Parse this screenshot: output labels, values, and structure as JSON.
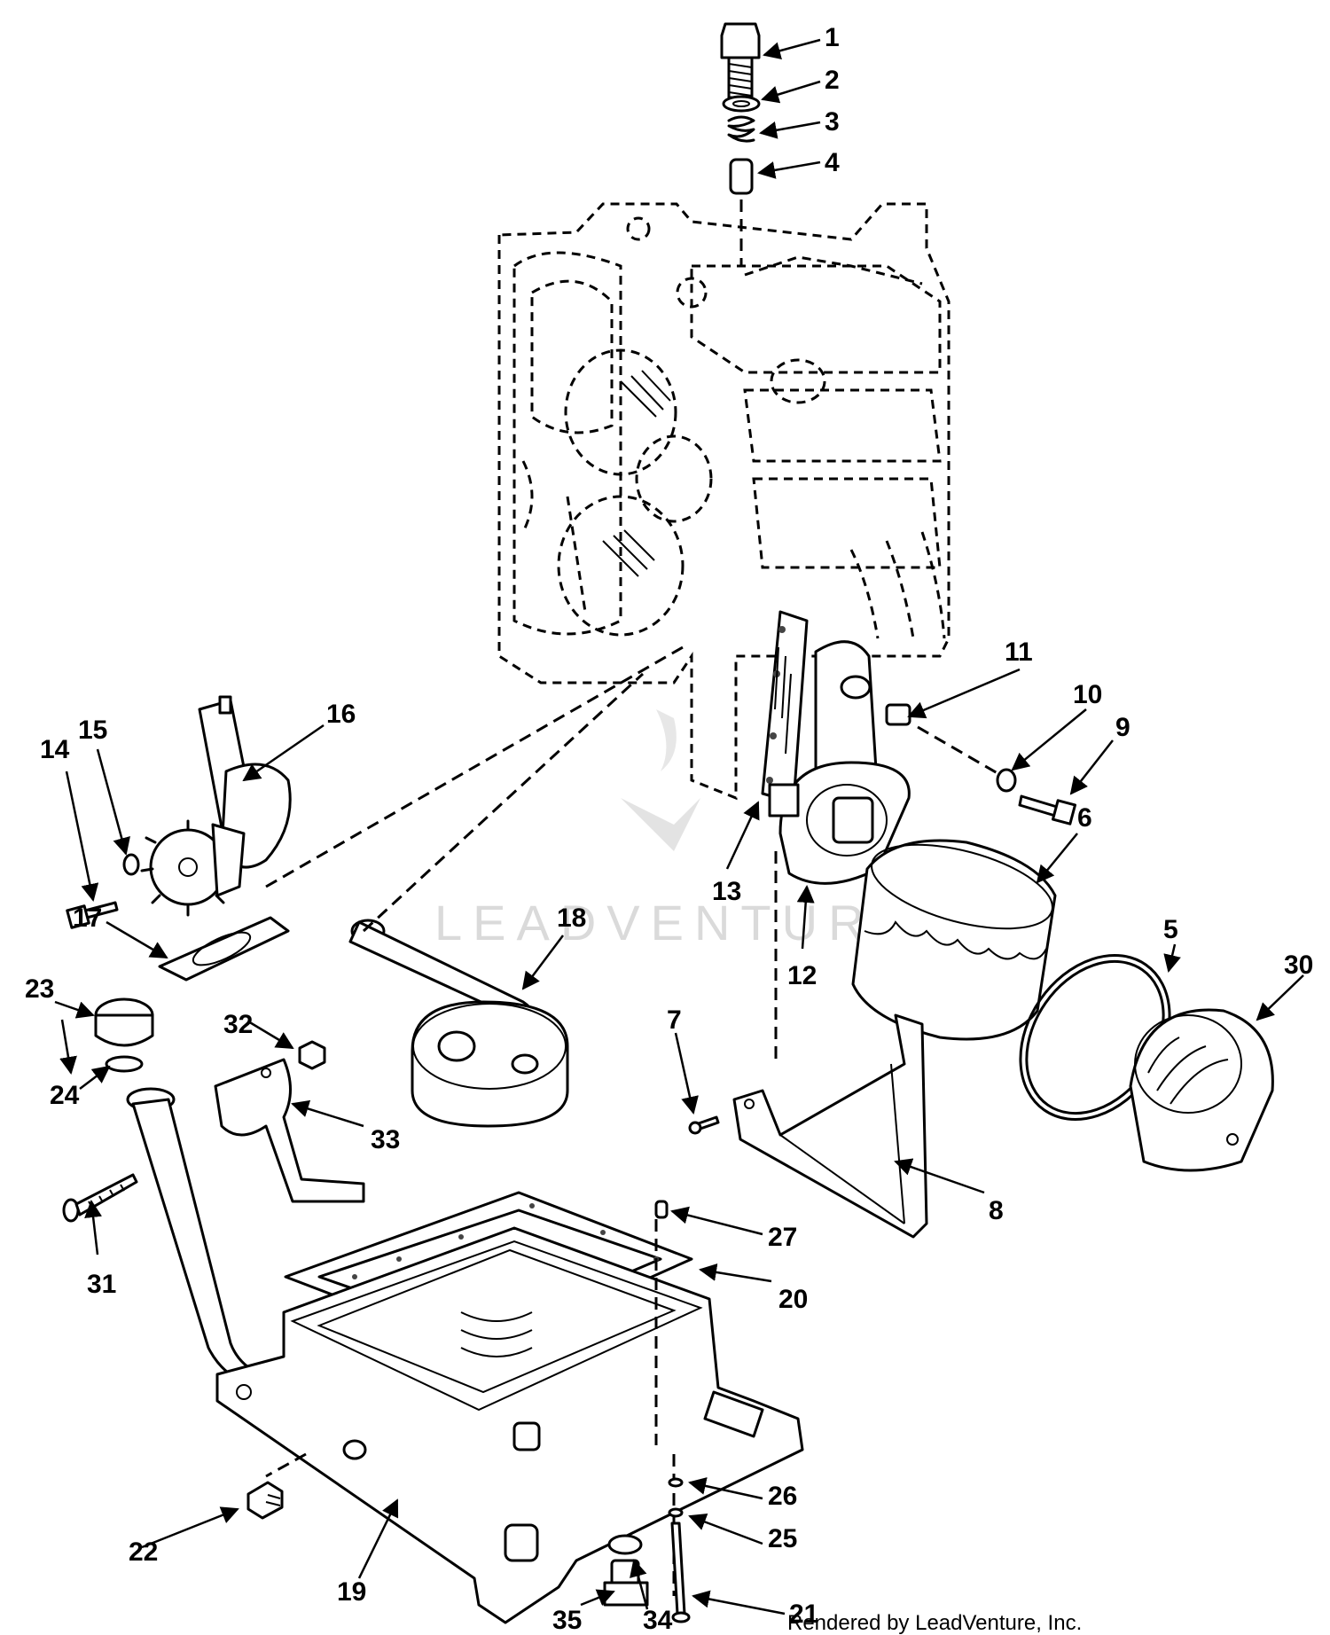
{
  "callouts": {
    "c1": "1",
    "c2": "2",
    "c3": "3",
    "c4": "4",
    "c5": "5",
    "c6": "6",
    "c7": "7",
    "c8": "8",
    "c9": "9",
    "c10": "10",
    "c11": "11",
    "c12": "12",
    "c13": "13",
    "c14": "14",
    "c15": "15",
    "c16": "16",
    "c17": "17",
    "c18": "18",
    "c19": "19",
    "c20": "20",
    "c21": "21",
    "c22": "22",
    "c23": "23",
    "c24": "24",
    "c25": "25",
    "c26": "26",
    "c27": "27",
    "c30": "30",
    "c31": "31",
    "c32": "32",
    "c33": "33",
    "c34": "34",
    "c35": "35"
  },
  "footer": "Rendered by LeadVenture, Inc.",
  "watermark": "LEADVENTURE"
}
